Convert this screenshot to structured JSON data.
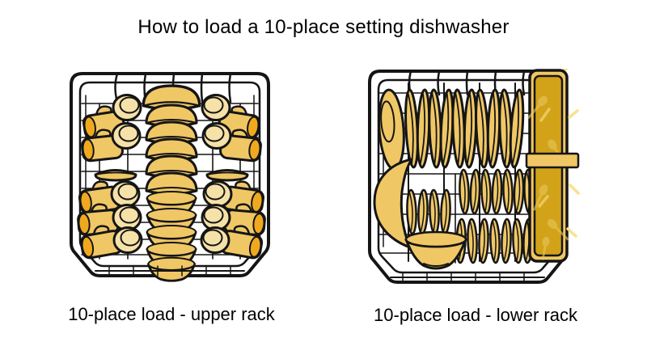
{
  "title": "How to load a 10-place setting dishwasher",
  "panels": {
    "upper": {
      "caption": "10-place load - upper rack",
      "contents": [
        {
          "item": "bowls",
          "count": 11,
          "placement": "center column, face-down above, face-up below"
        },
        {
          "item": "mugs",
          "count": 10,
          "placement": "left and right sides"
        },
        {
          "item": "teacups",
          "count": 10,
          "placement": "left and right sides"
        },
        {
          "item": "saucers",
          "count": 2,
          "placement": "on edge, mid-left and mid-right"
        }
      ]
    },
    "lower": {
      "caption": "10-place load - lower rack",
      "contents": [
        {
          "item": "dinner plates",
          "count": 10,
          "placement": "back row, standing on edge"
        },
        {
          "item": "platter",
          "count": 1,
          "placement": "back left, on edge"
        },
        {
          "item": "serving bowls",
          "count": 2,
          "placement": "front left"
        },
        {
          "item": "side plates",
          "count": 18,
          "placement": "three middle rows, on edge"
        },
        {
          "item": "cutlery basket",
          "count": 1,
          "placement": "right side"
        }
      ]
    }
  },
  "colors": {
    "gold": "#F0C765",
    "gold_light": "#F6E2A8",
    "orange": "#F0A91F",
    "basket": "#D2A318",
    "cutlery": "#E9C75F",
    "sparkle": "#F8E18C",
    "outline": "#151515",
    "background": "#FFFFFF",
    "text": "#000000"
  }
}
